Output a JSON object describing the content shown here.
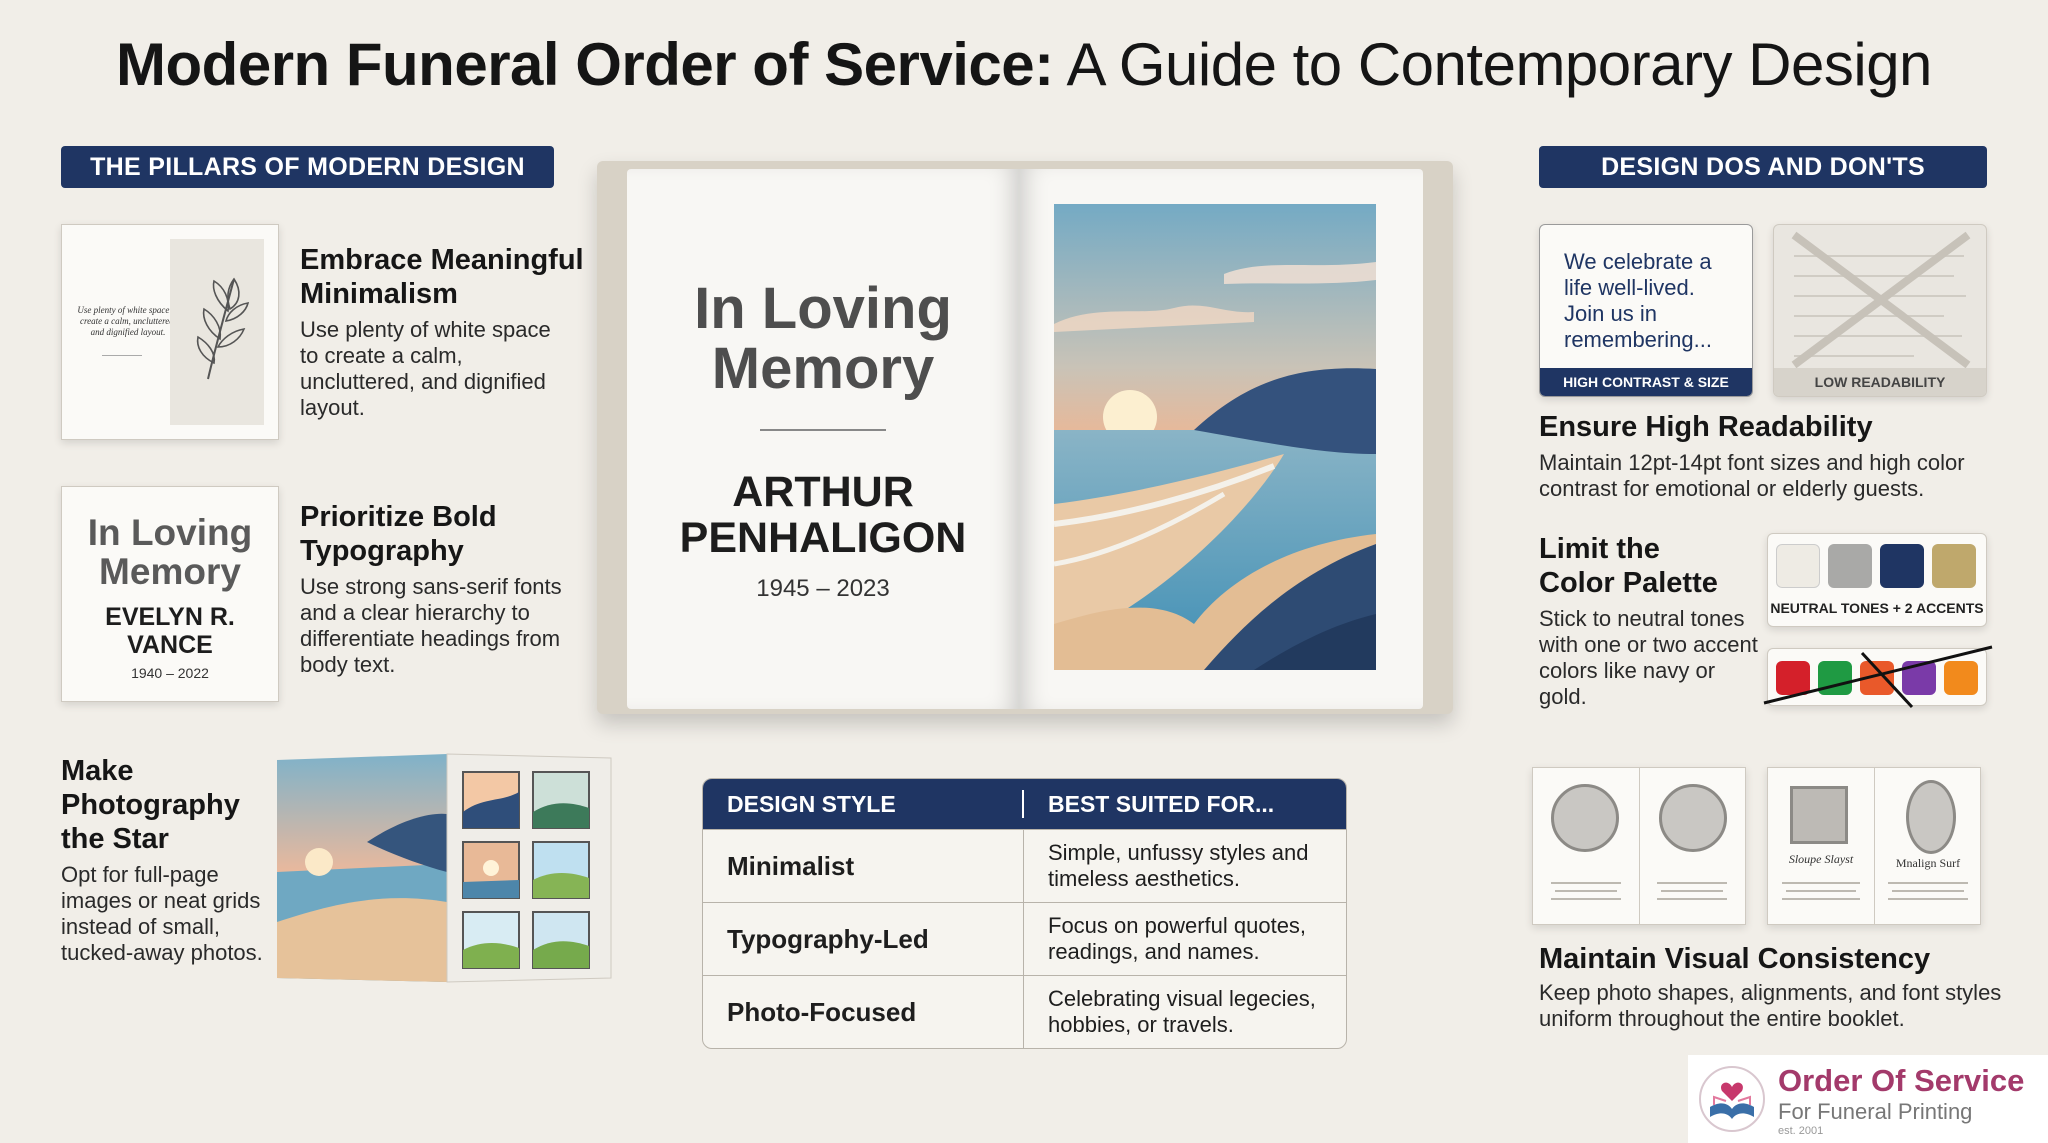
{
  "title": {
    "bold": "Modern Funeral Order of Service:",
    "light": " A Guide to Contemporary Design"
  },
  "left": {
    "pill": "THE PILLARS OF MODERN DESIGN",
    "pillars": [
      {
        "heading": "Embrace Meaningful Minimalism",
        "body": "Use plenty of white space to create a calm, uncluttered, and dignified layout.",
        "thumb_text": "Use plenty of white space to create a calm, uncluttered, and dignified layout."
      },
      {
        "heading": "Prioritize Bold Typography",
        "body": "Use strong sans-serif fonts and a clear hierarchy to differentiate headings from body text.",
        "thumb_title": "In Loving Memory",
        "thumb_name": "EVELYN R. VANCE",
        "thumb_years": "1940 – 2022"
      },
      {
        "heading": "Make Photography the Star",
        "body": "Opt for full-page images or neat grids instead of small, tucked-away photos."
      }
    ]
  },
  "book": {
    "title": "In Loving Memory",
    "name": "ARTHUR PENHALIGON",
    "years": "1945 – 2023"
  },
  "table": {
    "headers": [
      "DESIGN STYLE",
      "BEST SUITED FOR..."
    ],
    "rows": [
      {
        "style": "Minimalist",
        "suited": "Simple, unfussy styles and timeless aesthetics."
      },
      {
        "style": "Typography-Led",
        "suited": "Focus on powerful quotes, readings, and names."
      },
      {
        "style": "Photo-Focused",
        "suited": "Celebrating visual legecies, hobbies, or travels."
      }
    ]
  },
  "right": {
    "pill": "DESIGN DOS AND DON'TS",
    "readability": {
      "good_text": "We celebrate a life well-lived. Join us in remembering...",
      "good_label": "HIGH CONTRAST & SIZE",
      "bad_label": "LOW READABILITY",
      "heading": "Ensure High Readability",
      "body": "Maintain 12pt-14pt font sizes and high color contrast for emotional or elderly guests."
    },
    "palette": {
      "heading": "Limit the Color Palette",
      "body": "Stick to neutral tones with one or two accent colors like navy or gold.",
      "good_label": "NEUTRAL TONES + 2 ACCENTS",
      "good_colors": [
        "#eeebe4",
        "#a9a9a7",
        "#1f3563",
        "#bfa86c"
      ],
      "bad_colors": [
        "#d4202a",
        "#1f9a43",
        "#e9592a",
        "#7a3aa8",
        "#f28a1c"
      ]
    },
    "consistency": {
      "heading": "Maintain Visual Consistency",
      "body": "Keep photo shapes, alignments, and font styles uniform throughout the entire booklet.",
      "script_a": "Sloupe Slayst",
      "script_b": "Mnalign Surf"
    }
  },
  "logo": {
    "name": "Order Of Service",
    "tagline": "For Funeral Printing",
    "est": "est. 2001"
  },
  "colors": {
    "navy": "#1f3563",
    "background": "#f1eee8",
    "logo_magenta": "#a33a6b"
  }
}
